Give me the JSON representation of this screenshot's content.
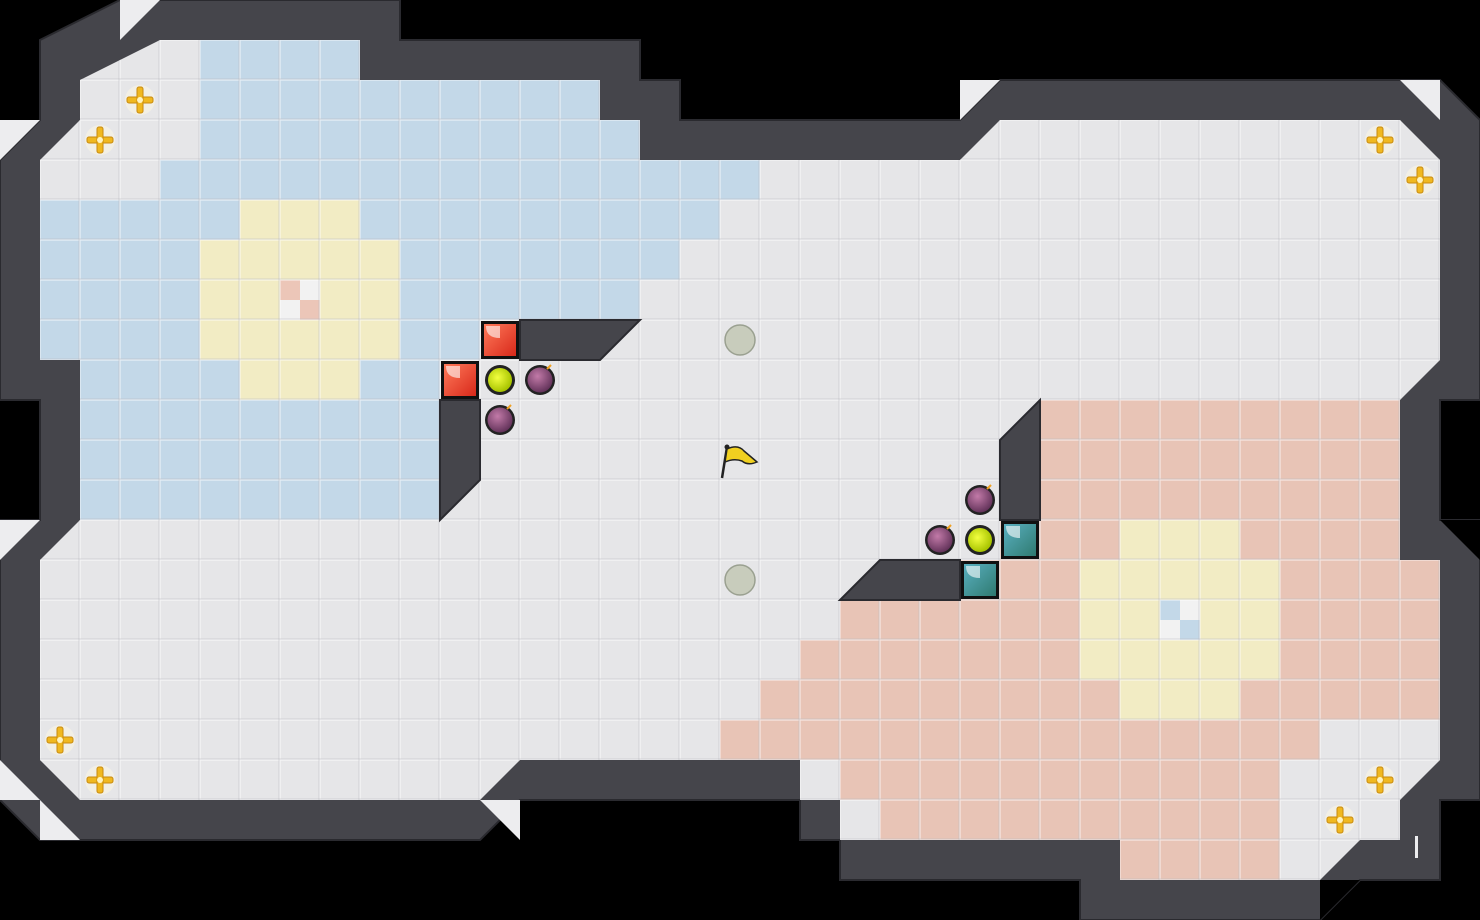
{
  "game": {
    "title": "",
    "colors": {
      "background": "#000000",
      "wall": "#45454b",
      "wall_edge": "#5a5a62",
      "floor": "#e6e6e8",
      "blue_zone": "#c3d8e8",
      "red_zone": "#e8c4b6",
      "yellow_zone": "#f2ecc4",
      "red_team": "#e23b2a",
      "teal_team": "#3a8f95",
      "spawn_marker": "#f0b820",
      "neutral_point": "#c8ccbc",
      "bomb": "#8c4a78",
      "power_orb": "#c8e020",
      "flag": "#f0d020"
    },
    "teams": [
      {
        "name": "red",
        "zone": "blue",
        "home_color": "#e23b2a"
      },
      {
        "name": "teal",
        "zone": "red",
        "home_color": "#3a8f95"
      }
    ],
    "entities": {
      "flag": {
        "icon": "flag-icon",
        "count": 1
      },
      "bombs": {
        "icon": "bomb-icon",
        "count": 4
      },
      "orbs": {
        "icon": "power-orb-icon",
        "count": 2
      },
      "spawn_markers": {
        "icon": "spawn-cross-icon",
        "count": 8
      },
      "neutral_points": {
        "icon": "neutral-circle-icon",
        "count": 2
      },
      "team_blocks": {
        "icon": "team-block-icon",
        "count": 4
      }
    }
  }
}
